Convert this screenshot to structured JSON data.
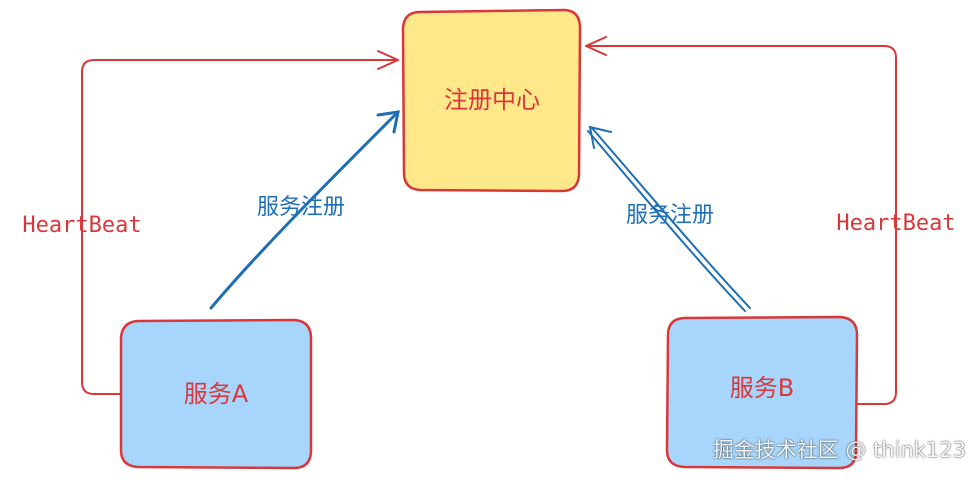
{
  "nodes": {
    "registry": {
      "label": "注册中心"
    },
    "service_a": {
      "label": "服务A"
    },
    "service_b": {
      "label": "服务B"
    }
  },
  "edges": {
    "register_a": {
      "label": "服务注册"
    },
    "register_b": {
      "label": "服务注册"
    },
    "heartbeat_a": {
      "label": "HeartBeat"
    },
    "heartbeat_b": {
      "label": "HeartBeat"
    }
  },
  "watermark": "掘金技术社区 @ think123",
  "colors": {
    "registry_fill": "#ffe88a",
    "service_fill": "#a7d5fb",
    "outline": "#d9383a",
    "register_arrow": "#1f6fb5",
    "heartbeat_arrow": "#d9383a"
  }
}
